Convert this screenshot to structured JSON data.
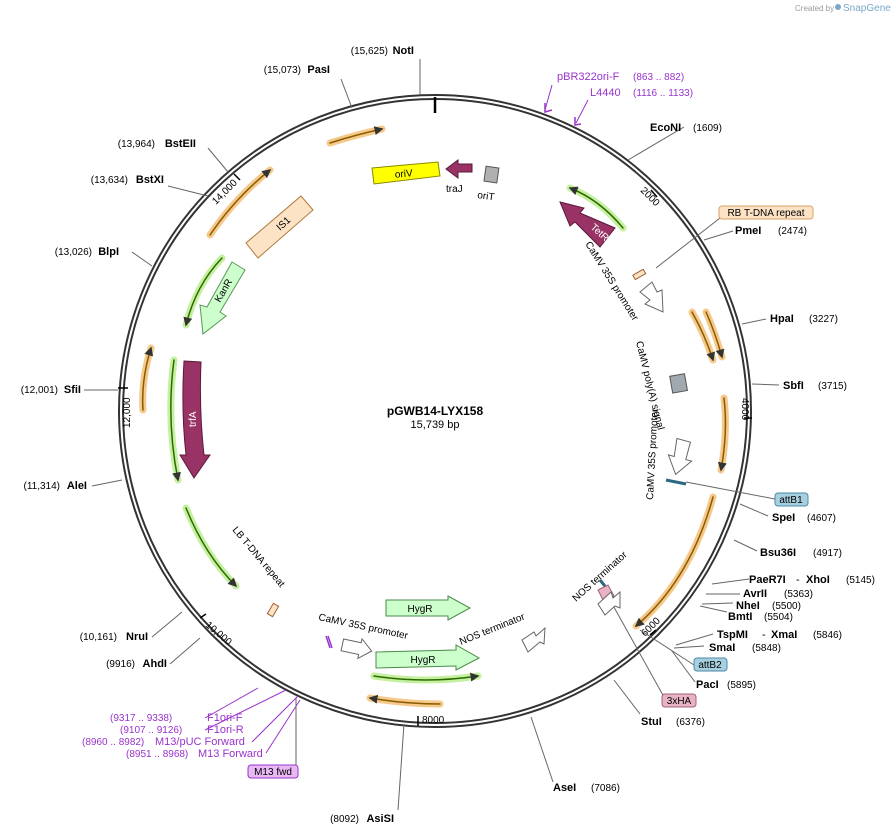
{
  "credit": {
    "prefix": "Created by",
    "brand": "SnapGene"
  },
  "plasmid": {
    "name": "pGWB14-LYX158",
    "size": "15,739 bp"
  },
  "ticks": [
    "2000",
    "4000",
    "6000",
    "8000",
    "10,000",
    "12,000",
    "14,000"
  ],
  "sites": [
    {
      "name": "NotI",
      "pos": "(15,625)"
    },
    {
      "name": "PasI",
      "pos": "(15,073)"
    },
    {
      "name": "BstEII",
      "pos": "(13,964)"
    },
    {
      "name": "BstXI",
      "pos": "(13,634)"
    },
    {
      "name": "BlpI",
      "pos": "(13,026)"
    },
    {
      "name": "SfiI",
      "pos": "(12,001)"
    },
    {
      "name": "AleI",
      "pos": "(11,314)"
    },
    {
      "name": "NruI",
      "pos": "(10,161)"
    },
    {
      "name": "AhdI",
      "pos": "(9916)"
    },
    {
      "name": "AsiSI",
      "pos": "(8092)"
    },
    {
      "name": "AseI",
      "pos": "(7086)"
    },
    {
      "name": "StuI",
      "pos": "(6376)"
    },
    {
      "name": "PacI",
      "pos": "(5895)"
    },
    {
      "name": "SmaI",
      "pos": "(5848)"
    },
    {
      "name": "TspMI",
      "sep": "-",
      "name2": "XmaI",
      "pos": "(5846)"
    },
    {
      "name": "BmtI",
      "pos": "(5504)"
    },
    {
      "name": "NheI",
      "pos": "(5500)"
    },
    {
      "name": "AvrII",
      "pos": "(5363)"
    },
    {
      "name": "PaeR7I",
      "sep": "-",
      "name2": "XhoI",
      "pos": "(5145)"
    },
    {
      "name": "Bsu36I",
      "pos": "(4917)"
    },
    {
      "name": "SpeI",
      "pos": "(4607)"
    },
    {
      "name": "SbfI",
      "pos": "(3715)"
    },
    {
      "name": "HpaI",
      "pos": "(3227)"
    },
    {
      "name": "PmeI",
      "pos": "(2474)"
    },
    {
      "name": "EcoNI",
      "pos": "(1609)"
    }
  ],
  "primers": [
    {
      "name": "pBR322ori-F",
      "range": "(863 .. 882)"
    },
    {
      "name": "L4440",
      "range": "(1116 .. 1133)"
    },
    {
      "name": "F1ori-F",
      "range": "(9317 .. 9338)"
    },
    {
      "name": "F1ori-R",
      "range": "(9107 .. 9126)"
    },
    {
      "name": "M13/pUC Forward",
      "range": "(8960 .. 8982)"
    },
    {
      "name": "M13 Forward",
      "range": "(8951 .. 8968)"
    }
  ],
  "boxes": {
    "rb": "RB T-DNA repeat",
    "attB1": "attB1",
    "attB2": "attB2",
    "ha": "3xHA",
    "m13": "M13 fwd"
  },
  "features": {
    "oriV": "oriV",
    "traJ": "traJ",
    "oriT": "oriT",
    "TetR": "TetR",
    "IS1": "IS1",
    "KanR": "KanR",
    "trfA": "trfA",
    "HygR1": "HygR",
    "HygR2": "HygR",
    "p35s_a": "CaMV 35S promoter",
    "polyA": "CaMV poly(A) signal",
    "p35s_b": "CaMV 35S promoter",
    "nos_a": "NOS terminator",
    "nos_b": "NOS terminator",
    "p35s_c": "CaMV 35S promoter",
    "lb": "LB T-DNA repeat"
  },
  "colors": {
    "backbone": "#333333",
    "primer": "#9933cc",
    "trfA": "#993366",
    "oriV": "#ffff00",
    "hygR": "#ccffcc",
    "attB": "#a6d0e0",
    "rb": "#fde3c5",
    "ha": "#e8b4c4"
  }
}
